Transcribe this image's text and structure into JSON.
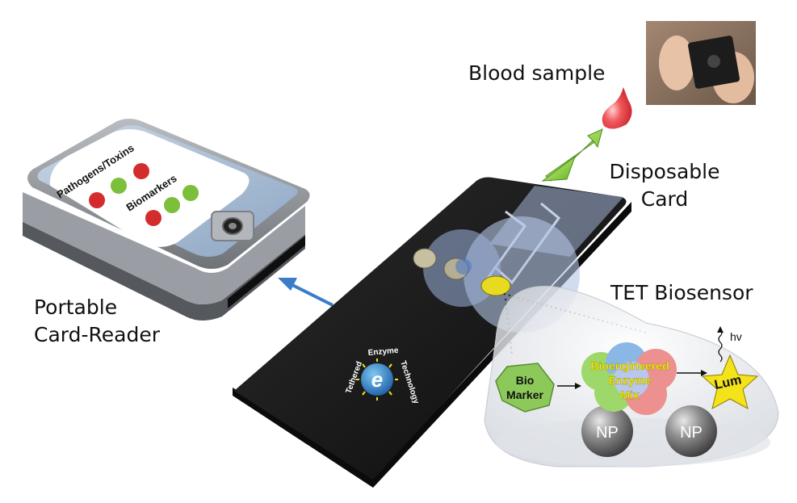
{
  "labels": {
    "blood_sample": "Blood sample",
    "disposable_card_line1": "Disposable",
    "disposable_card_line2": "Card",
    "card_reader_line1": "Portable",
    "card_reader_line2": "Card-Reader",
    "tet_biosensor": "TET Biosensor"
  },
  "reader_screen": {
    "pathogens_label": "Pathogens/Toxins",
    "biomarkers_label": "Biomarkers"
  },
  "logo": {
    "word1": "Tethered",
    "word2": "Enzyme",
    "word3": "Technology",
    "letter": "e"
  },
  "biosensor": {
    "biomarker_line1": "Bio",
    "biomarker_line2": "Marker",
    "enzyme_line1": "Bioengineered",
    "enzyme_line2": "Enzyme",
    "enzyme_line3": "Mix",
    "lum_label": "Lum",
    "photon_label": "hv",
    "np_left": "NP",
    "np_right": "NP"
  },
  "colors": {
    "led_red": "#d42c2c",
    "led_green": "#7cbf3a",
    "arrow_blue": "#3b7cc8",
    "arrow_green": "#8ed43a",
    "blood_red": "#e0303a",
    "card_black": "#1a1a1a",
    "enzyme_yellow": "#f2ea18",
    "star_yellow": "#f4e21a"
  }
}
